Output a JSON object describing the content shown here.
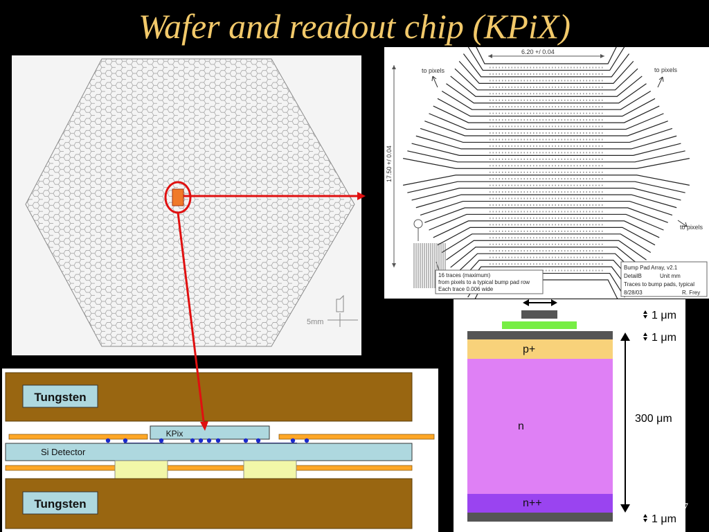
{
  "title": "Wafer and readout chip (KPiX)",
  "wafer": {
    "scale_label": "5mm"
  },
  "bump_pad": {
    "width_dim": "6.20 +/ 0.04",
    "height_dim": "17.50 +/ 0.04",
    "to_pixels": "to pixels",
    "note_lines": [
      "16 traces (maximum)",
      "from pixels to a typical bump pad row",
      "Each trace 0.006 wide"
    ],
    "info": {
      "name": "Bump Pad Array, v2.1",
      "detail": "DetailB",
      "unit": "Unit mm",
      "desc": "Traces to bump pads, typical",
      "date": "8/28/03",
      "author": "R. Frey"
    }
  },
  "stack": {
    "tungsten_top": "Tungsten",
    "tungsten_bottom": "Tungsten",
    "kpix": "KPix",
    "si_detector": "Si Detector"
  },
  "layers": {
    "p_plus": "p+",
    "n": "n",
    "n_plus_plus": "n++",
    "dim_top1": "1 μm",
    "dim_top2": "1 μm",
    "dim_thickness": "300 μm",
    "dim_bottom": "1 μm"
  },
  "slide_number": "7",
  "colors": {
    "title": "#f2c96a",
    "tungsten": "#996611",
    "detector": "#aed8df",
    "trace": "#ffa726",
    "bump": "#1a2acc",
    "p_plus": "#f8d27a",
    "n": "#df80f5",
    "n_plus_plus": "#9a44f0",
    "arrow": "#e01010"
  }
}
